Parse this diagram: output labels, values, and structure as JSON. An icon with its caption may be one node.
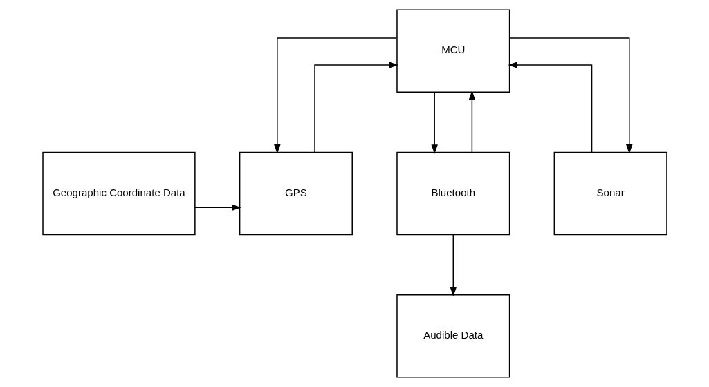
{
  "diagram": {
    "nodes": [
      {
        "text": [
          "MCU"
        ]
      },
      {
        "text": [
          "Geographic Coordinate Data"
        ]
      },
      {
        "text": [
          "GPS"
        ]
      },
      {
        "text": [
          "Bluetooth"
        ]
      },
      {
        "text": [
          "Sonar"
        ]
      },
      {
        "text": [
          "Audible Data"
        ]
      }
    ],
    "edges": [
      {
        "from": 0,
        "to": 2,
        "arrow": "to"
      },
      {
        "from": 2,
        "to": 0,
        "arrow": "to"
      },
      {
        "from": 3,
        "to": 0,
        "arrow": "to"
      },
      {
        "from": 0,
        "to": 3,
        "arrow": "to"
      },
      {
        "from": 0,
        "to": 4,
        "arrow": "to"
      },
      {
        "from": 4,
        "to": 0,
        "arrow": "to"
      },
      {
        "from": 1,
        "to": 2,
        "arrow": "to"
      },
      {
        "from": 3,
        "to": 5,
        "arrow": "to"
      }
    ]
  }
}
